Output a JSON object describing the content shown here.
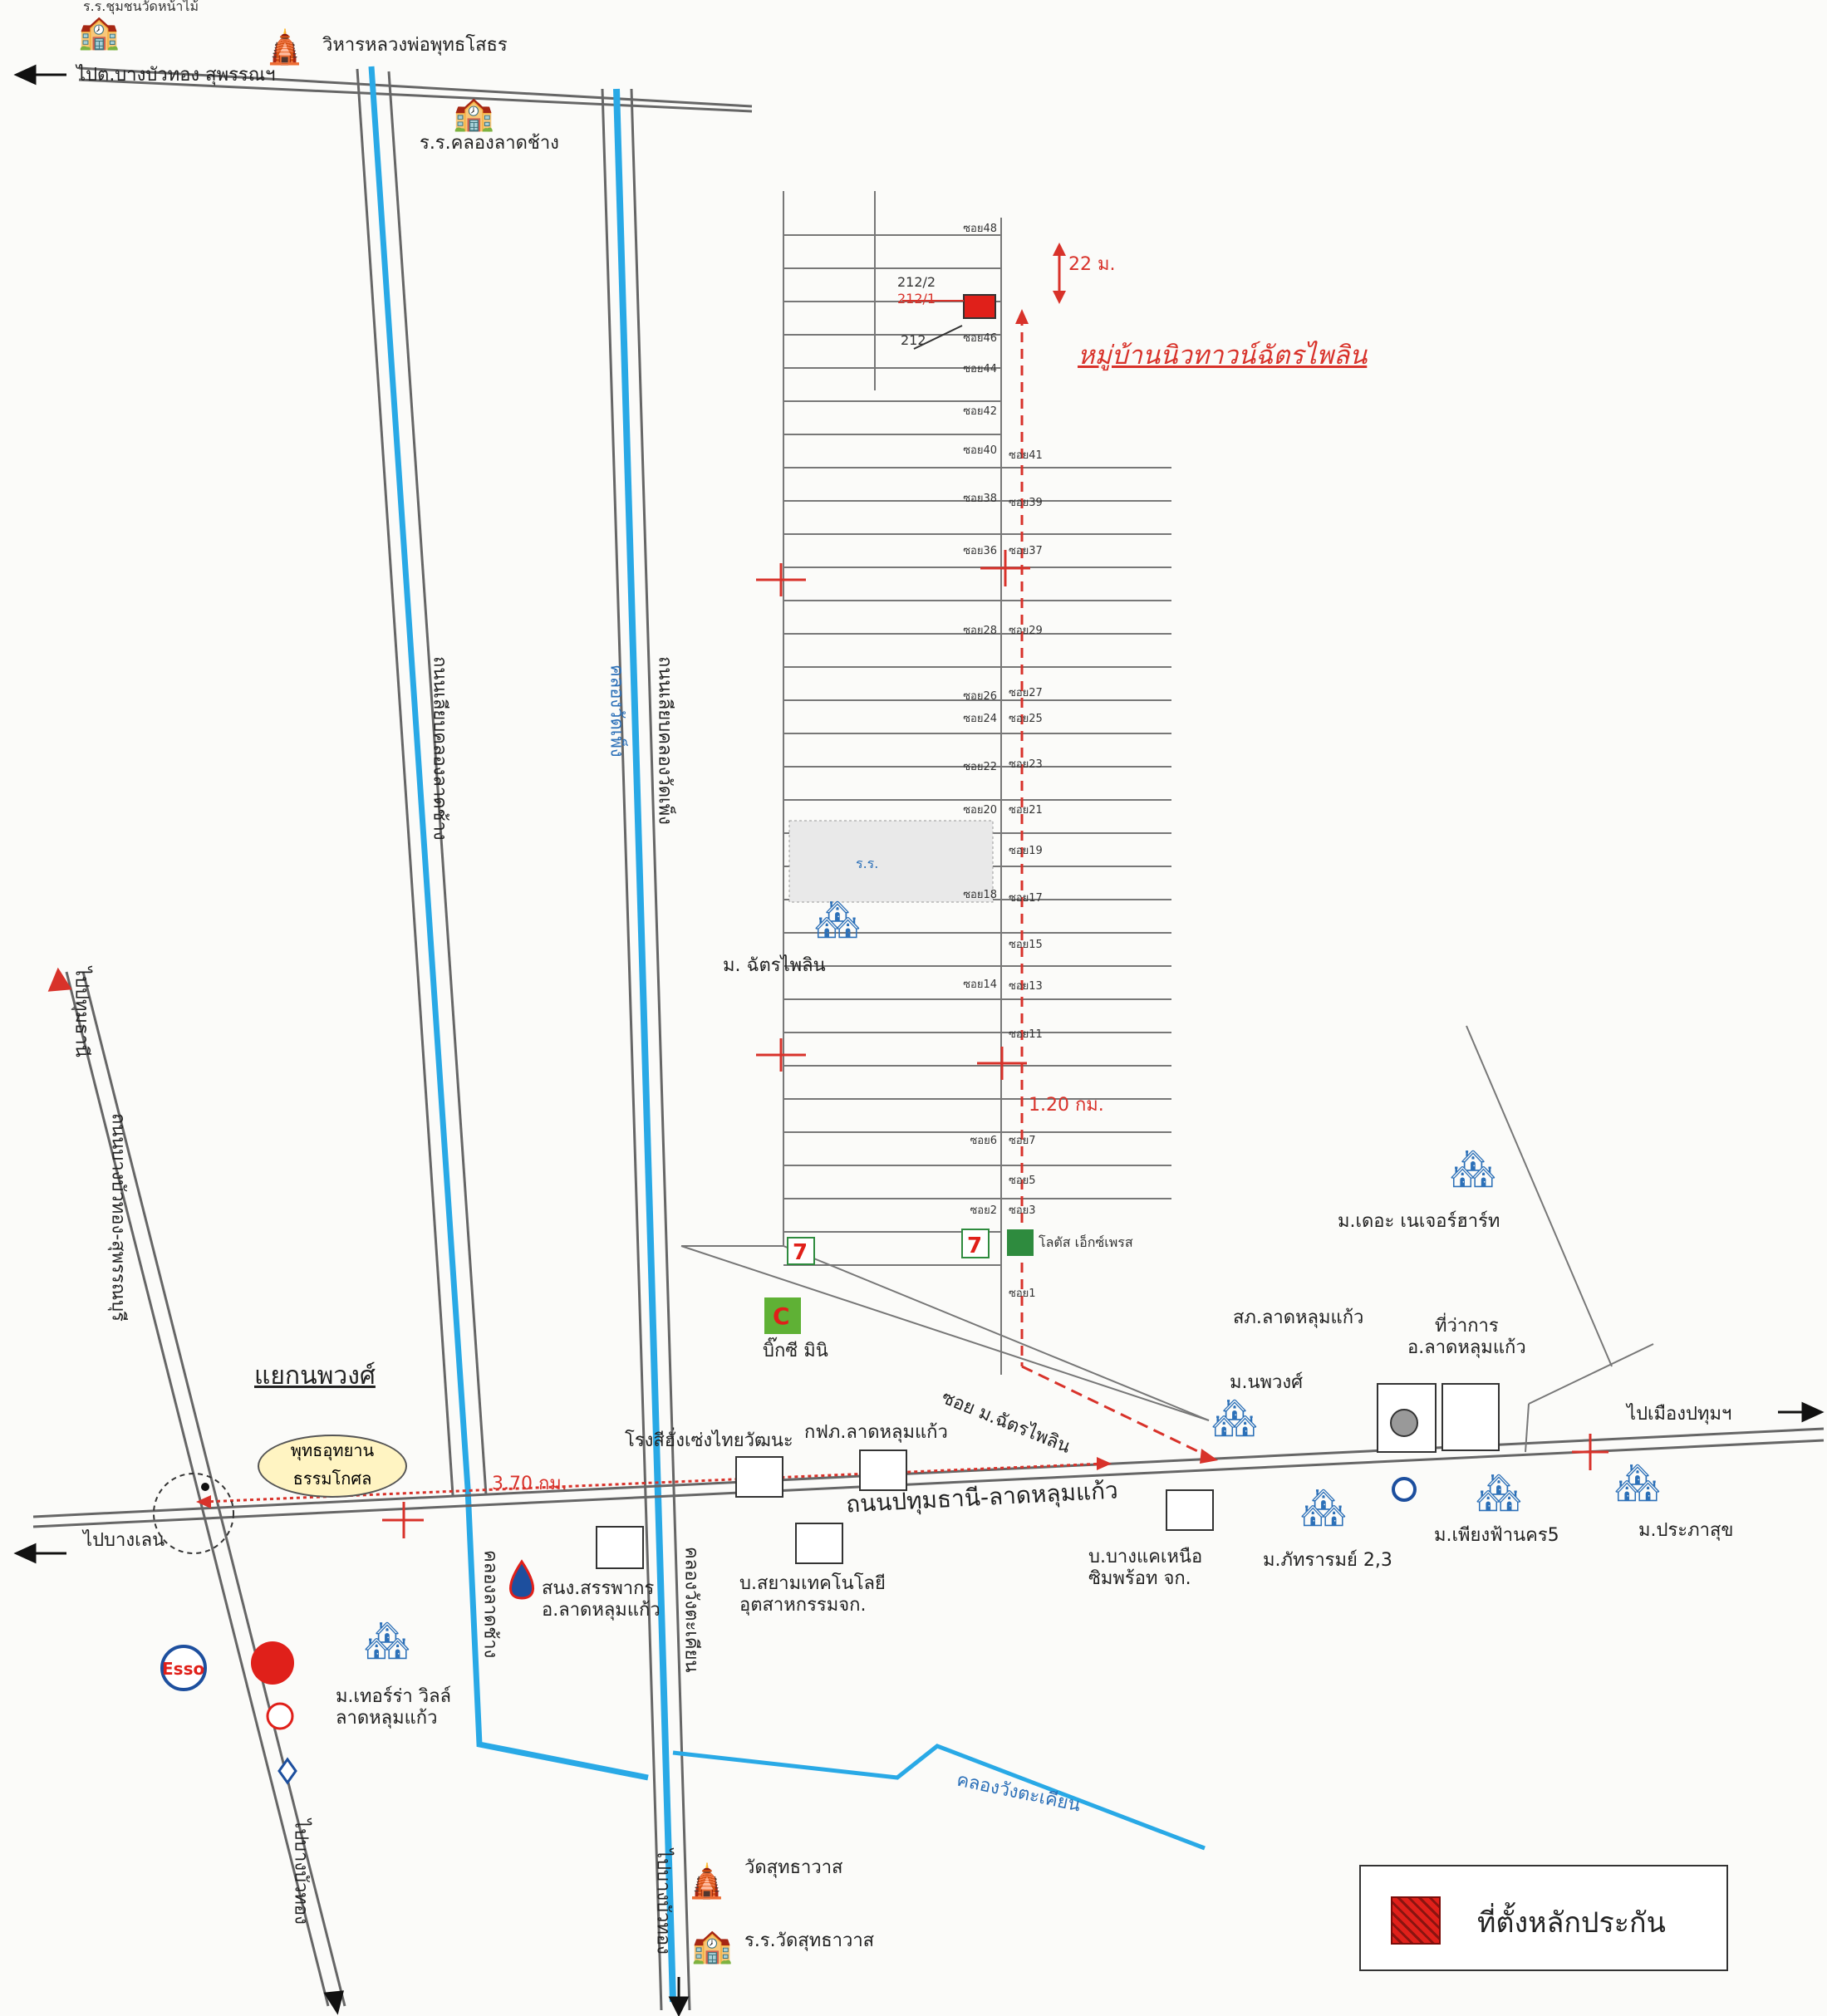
{
  "map": {
    "village_title": "หมู่บ้านนิวทาวน์ฉัตรไพลิน",
    "junction": "แยกนพวงศ์",
    "park": [
      "พุทธอุทยาน",
      "ธรรมโกศล"
    ],
    "legend": {
      "label": "ที่ตั้งหลักประกัน",
      "swatch_color": "#e0201a"
    },
    "directions": {
      "top_left": "ไปต.บางบัวทอง สุพรรณฯ",
      "left": "ไปบางเลน",
      "upper_left": "ไปปทุมธานี",
      "lower_left": "ไปบางบัวทอง",
      "bottom": "ไปบางบัวทอง",
      "right": "ไปเมืองปทุมฯ"
    },
    "roads": {
      "main": "ถนนปทุมธานี-ลาดหลุมแก้ว",
      "diagonal_west": "ถนนบางบัวทอง-สุพรรณบุรี",
      "west_canal_road": "ถนนเลียบคลองลาดช้าง",
      "east_canal_road": "ถนนเลียบคลองวัดเพ็ง",
      "soi": "ซอย ม.ฉัตรไพลิน"
    },
    "canals": {
      "west": "คลองลาดช้าง",
      "east": "คลองวัดเพ็ง",
      "south": "คลองวังตะเคียน",
      "upper_east": "คลองวังตะเคียน"
    },
    "distances": {
      "from_junction": "3.70 กม.",
      "along_soi": "1.20 กม.",
      "north_offset": "22 ม."
    },
    "plots": [
      "212/2",
      "212/1",
      "212"
    ],
    "park_block": "ร.ร.",
    "soi_left": [
      "ซอย48",
      "ซอย46",
      "ซอย44",
      "ซอย42",
      "ซอย40",
      "ซอย38",
      "ซอย36",
      "ซอย28",
      "ซอย26",
      "ซอย24",
      "ซอย22",
      "ซอย20",
      "ซอย18",
      "ซอย14",
      "ซอย6",
      "ซอย2"
    ],
    "soi_right": [
      "ซอย41",
      "ซอย39",
      "ซอย37",
      "ซอย29",
      "ซอย27",
      "ซอย25",
      "ซอย23",
      "ซอย21",
      "ซอย19",
      "ซอย17",
      "ซอย15",
      "ซอย13",
      "ซอย11",
      "ซอย7",
      "ซอย5",
      "ซอย3",
      "ซอย1"
    ],
    "places": {
      "school_top": "ร.ร.ชุมชนวัดหน้าไม้",
      "temple_top": "วิหารหลวงพ่อพุทธโสธร",
      "school_ladchang": "ร.ร.คลองลาดช้าง",
      "village_chatpailin": "ม. ฉัตรไพลิน",
      "lotus": "โลตัส เอ็กซ์เพรส",
      "bigc": "บิ๊กซี มินิ",
      "police": "สภ.ลาดหลุมแก้ว",
      "district_office": [
        "ที่ว่าการ",
        "อ.ลาดหลุมแก้ว"
      ],
      "village_nature": "ม.เดอะ เนเจอร์ฮาร์ท",
      "village_nopawong": "ม.นพวงศ์",
      "village_pattaram": "ม.ภัทรารมย์ 2,3",
      "village_piengfa": "ม.เพียงฟ้านคร5",
      "village_prapasuk": "ม.ประภาสุข",
      "factory_chinese": "โรงสีฮั่งเซ่งไทยวัฒนะ",
      "pea": "กฟภ.ลาดหลุมแก้ว",
      "tax_office": [
        "สนง.สรรพากร",
        "อ.ลาดหลุมแก้ว"
      ],
      "siam_tech": [
        "บ.สยามเทคโนโลยี",
        "อุตสาหกรรมจก."
      ],
      "bangkae": [
        "บ.บางแคเหนือ",
        "ซิมพร้อท จก."
      ],
      "terra_ville": [
        "ม.เทอร์ร่า วิลล์",
        "ลาดหลุมแก้ว"
      ],
      "temple_bottom": "วัดสุทธาวาส",
      "school_bottom": "ร.ร.วัดสุทธาวาส"
    },
    "colors": {
      "road": "#555555",
      "canal": "#29a9e6",
      "route": "#d8322a",
      "plot": "#e0201a"
    }
  }
}
